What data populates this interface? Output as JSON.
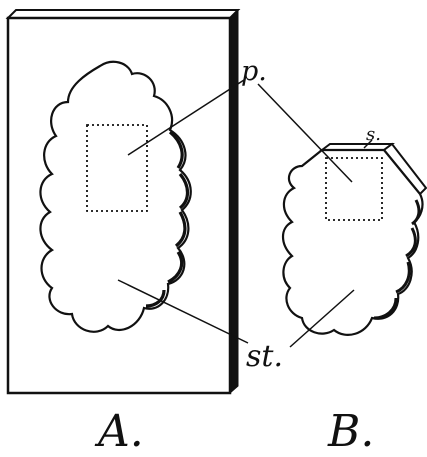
{
  "labels": {
    "p": "p.",
    "s": "s.",
    "st": "st."
  },
  "captions": {
    "a": "A.",
    "b": "B."
  },
  "colors": {
    "ink": "#111111",
    "paper": "#ffffff"
  }
}
